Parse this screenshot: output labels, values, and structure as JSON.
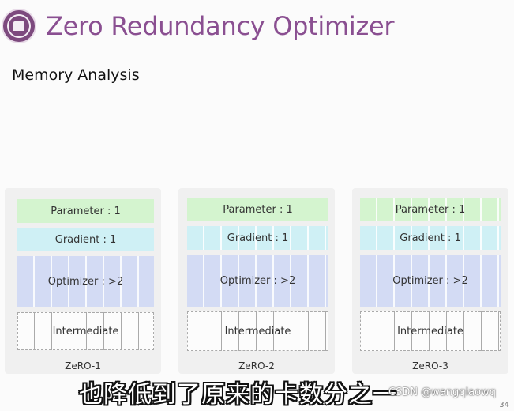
{
  "slide": {
    "title": "Zero Redundancy Optimizer",
    "subtitle": "Memory Analysis",
    "page_number": "34"
  },
  "panels": [
    {
      "label": "ZeRO-1",
      "rows": {
        "parameter": "Parameter : 1",
        "gradient": "Gradient : 1",
        "optimizer": "Optimizer : >2",
        "intermediate": "Intermediate"
      }
    },
    {
      "label": "ZeRO-2",
      "rows": {
        "parameter": "Parameter : 1",
        "gradient": "Gradient : 1",
        "optimizer": "Optimizer : >2",
        "intermediate": "Intermediate"
      }
    },
    {
      "label": "ZeRO-3",
      "rows": {
        "parameter": "Parameter : 1",
        "gradient": "Gradient : 1",
        "optimizer": "Optimizer : >2",
        "intermediate": "Intermediate"
      }
    }
  ],
  "subtitle_caption": "也降低到了原来的卡数分之一",
  "watermark": "CSDN @wangqiaowq",
  "colors": {
    "title": "#8a4f91",
    "parameter": "#d4f4cf",
    "gradient": "#cff0f5",
    "optimizer": "#d3dbf4"
  }
}
